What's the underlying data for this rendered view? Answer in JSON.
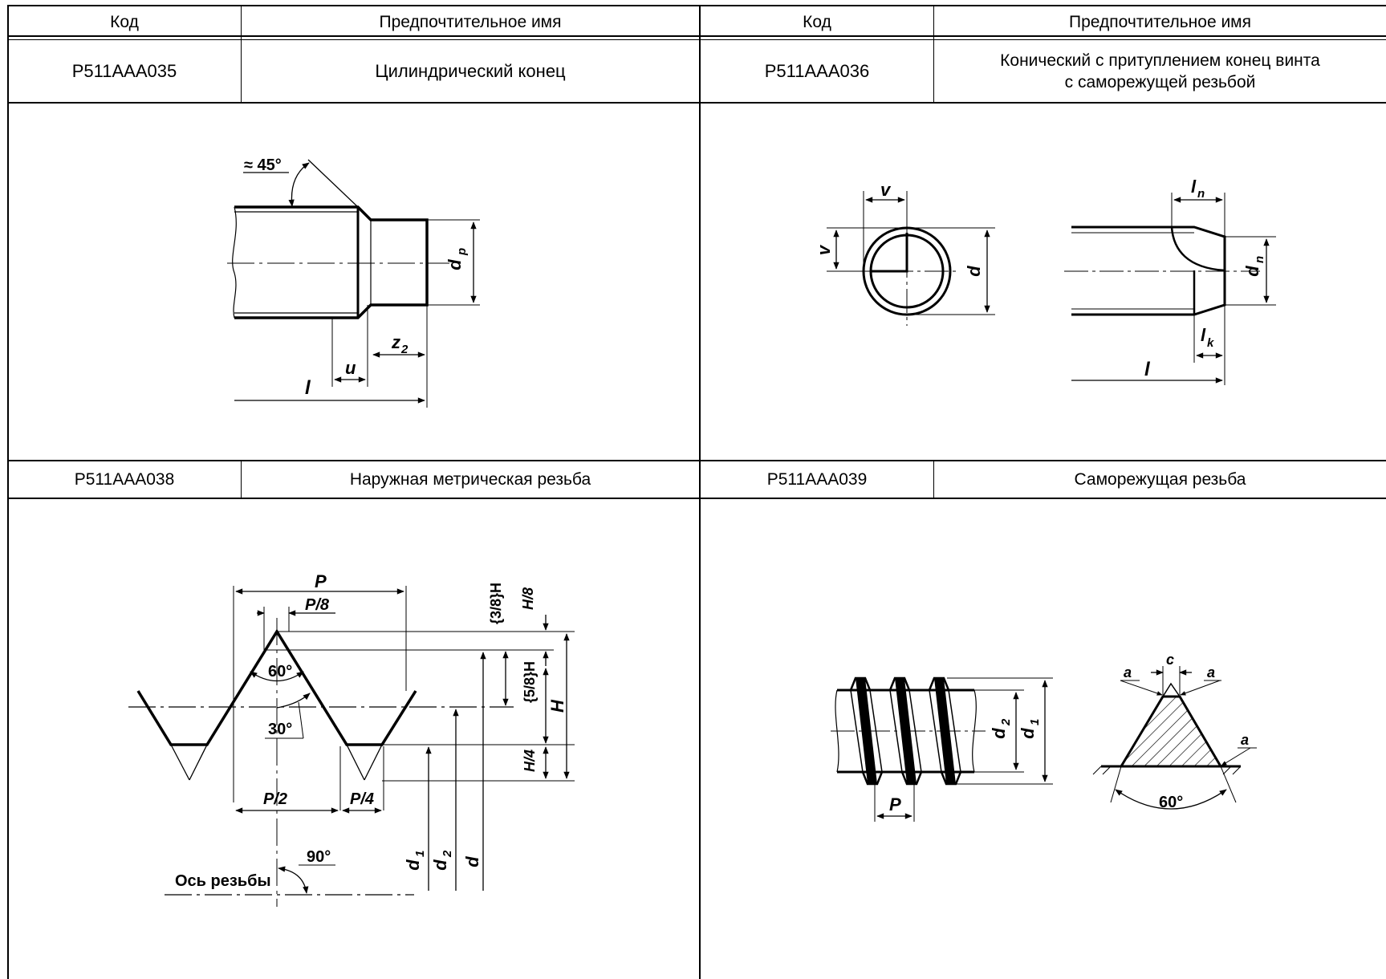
{
  "table": {
    "header": {
      "code_left": "Код",
      "name_left": "Предпочтительное имя",
      "code_right": "Код",
      "name_right": "Предпочтительное имя"
    },
    "rows": [
      {
        "code": "P511AAA035",
        "name": "Цилиндрический конец"
      },
      {
        "code": "P511AAA036",
        "name_line1": "Конический с притуплением конец винта",
        "name_line2": "с саморежущей резьбой"
      },
      {
        "code": "P511AAA038",
        "name": "Наружная метрическая резьба"
      },
      {
        "code": "P511AAA039",
        "name": "Саморежущая резьба"
      }
    ]
  },
  "drawings": {
    "cylindrical_end": {
      "angle": "≈ 45°",
      "dp": "d",
      "dp_sub": "p",
      "z2": "z",
      "z2_sub": "2",
      "u": "u",
      "l": "l"
    },
    "cone_end": {
      "v_top": "v",
      "v_left": "v",
      "d": "d",
      "ln": "l",
      "ln_sub": "n",
      "dn": "d",
      "dn_sub": "n",
      "lk": "l",
      "lk_sub": "k",
      "l": "l"
    },
    "metric_thread": {
      "P": "P",
      "P8": "P/8",
      "angle60": "60°",
      "angle30": "30°",
      "P2": "P/2",
      "P4": "P/4",
      "H38": "{3/8}H",
      "H8": "H/8",
      "H58": "{5/8}H",
      "H4": "H/4",
      "H": "H",
      "angle90": "90°",
      "axis_label": "Ось резьбы",
      "d1": "d",
      "d1_sub": "1",
      "d2": "d",
      "d2_sub": "2",
      "d": "d"
    },
    "self_tapping_thread": {
      "d2": "d",
      "d2_sub": "2",
      "d1": "d",
      "d1_sub": "1",
      "P": "P",
      "c": "c",
      "a_left": "a",
      "a_right": "a",
      "a_side": "a",
      "angle60": "60°"
    }
  }
}
